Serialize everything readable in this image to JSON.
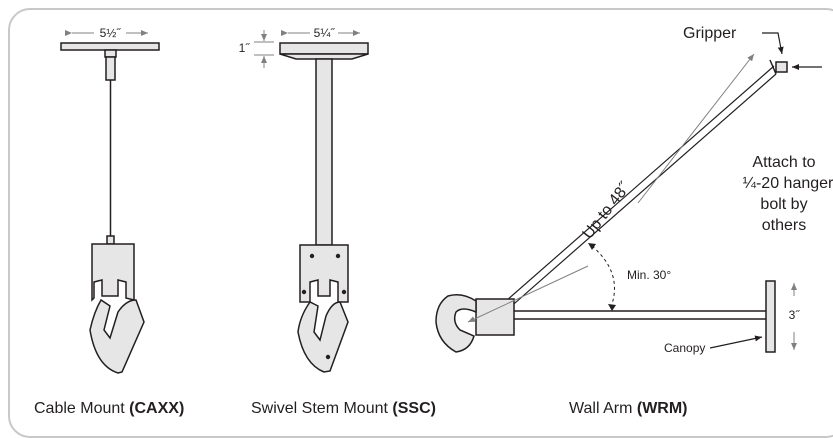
{
  "dimensions": {
    "cable_width": "5½˝",
    "stem_width": "5¼˝",
    "stem_height": "1˝",
    "canopy_height": "3˝"
  },
  "labels": {
    "gripper": "Gripper",
    "attach_lines": [
      "Attach to",
      "¼-20 hanger",
      "bolt by",
      "others"
    ],
    "up_to": "Up to 48˝",
    "min_angle": "Min. 30°",
    "canopy": "Canopy"
  },
  "captions": {
    "cable": {
      "text": "Cable Mount ",
      "code": "(CAXX)"
    },
    "stem": {
      "text": "Swivel Stem Mount ",
      "code": "(SSC)"
    },
    "wall": {
      "text": "Wall Arm ",
      "code": "(WRM)"
    }
  },
  "colors": {
    "line": "#231f20",
    "fill": "#e6e6e6",
    "dim": "#808080",
    "frame": "#c8c8c8"
  }
}
